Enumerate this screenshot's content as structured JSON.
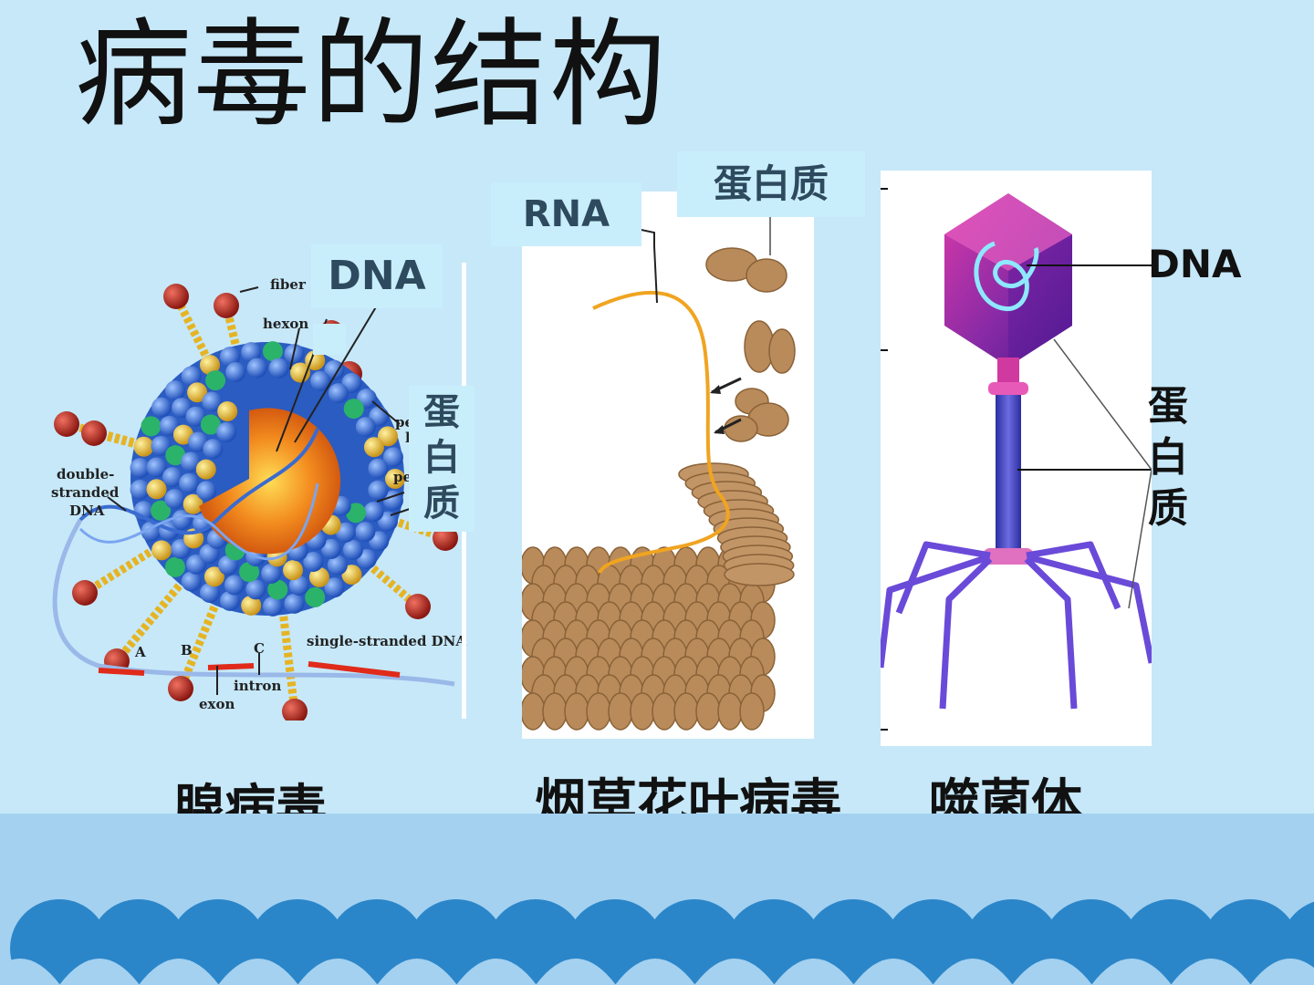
{
  "title": "病毒的结构",
  "adenovirus": {
    "caption": "腺病毒",
    "dna_tag": "DNA",
    "protein_tag": [
      "蛋",
      "白",
      "质"
    ],
    "labels": {
      "fiber": "fiber",
      "hexon": "hexon",
      "double_stranded": [
        "double-",
        "stranded",
        "DNA"
      ],
      "single_stranded": "single-stranded DNA",
      "intron": "intron",
      "exon": "exon",
      "a": "A",
      "b": "B",
      "c": "C",
      "pe1": "pe",
      "pe1b": "l",
      "pe2": "pe"
    }
  },
  "tmv": {
    "caption": "烟草花叶病毒",
    "rna_tag": "RNA",
    "protein_tag": "蛋白质"
  },
  "phage": {
    "caption": "噬菌体",
    "dna_label": "DNA",
    "protein_label": [
      "蛋",
      "白",
      "质"
    ]
  },
  "colors": {
    "background": "#c6e8f9",
    "footer": "#a4d1f0",
    "wave": "#2b86c9"
  }
}
